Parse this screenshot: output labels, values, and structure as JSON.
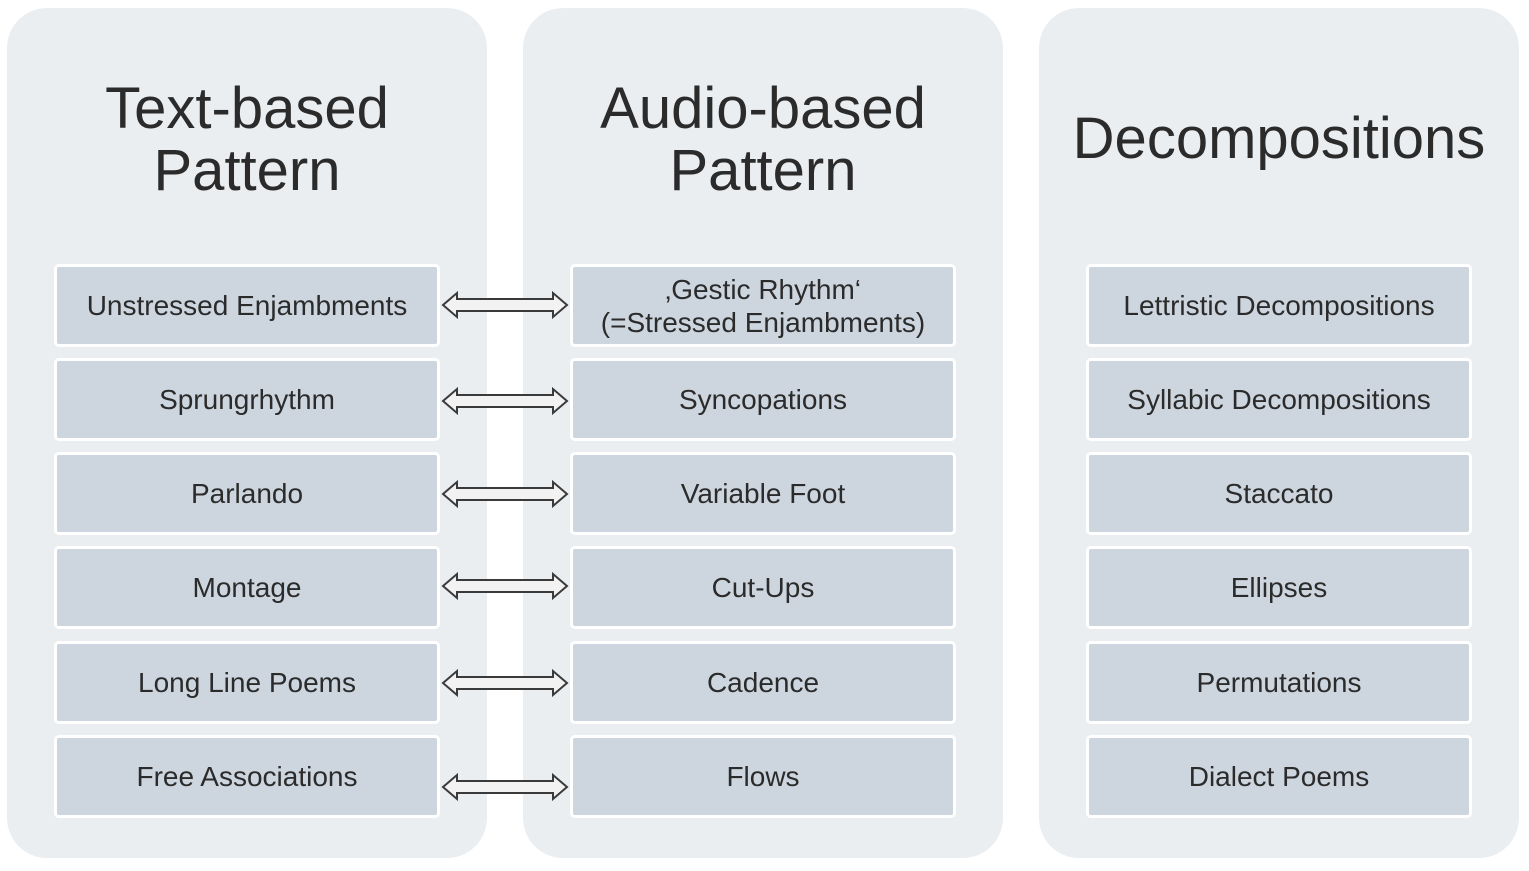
{
  "columns": [
    {
      "id": "text",
      "title_lines": [
        "Text-based",
        "Pattern"
      ],
      "items": [
        [
          "Unstressed Enjambments"
        ],
        [
          "Sprungrhythm"
        ],
        [
          "Parlando"
        ],
        [
          "Montage"
        ],
        [
          "Long Line Poems"
        ],
        [
          "Free Associations"
        ]
      ]
    },
    {
      "id": "audio",
      "title_lines": [
        "Audio-based",
        "Pattern"
      ],
      "items": [
        [
          "‚Gestic Rhythm‘",
          "(=Stressed Enjambments)"
        ],
        [
          "Syncopations"
        ],
        [
          "Variable Foot"
        ],
        [
          "Cut-Ups"
        ],
        [
          "Cadence"
        ],
        [
          "Flows"
        ]
      ]
    },
    {
      "id": "decomp",
      "title_lines": [
        "Decompositions"
      ],
      "items": [
        [
          "Lettristic Decompositions"
        ],
        [
          "Syllabic Decompositions"
        ],
        [
          "Staccato"
        ],
        [
          "Ellipses"
        ],
        [
          "Permutations"
        ],
        [
          "Dialect Poems"
        ]
      ]
    }
  ],
  "connectors": [
    {
      "from": "Unstressed Enjambments",
      "to": "‚Gestic Rhythm‘ (=Stressed Enjambments)",
      "type": "double-arrow"
    },
    {
      "from": "Sprungrhythm",
      "to": "Syncopations",
      "type": "double-arrow"
    },
    {
      "from": "Parlando",
      "to": "Variable Foot",
      "type": "double-arrow"
    },
    {
      "from": "Montage",
      "to": "Cut-Ups",
      "type": "double-arrow"
    },
    {
      "from": "Long Line Poems",
      "to": "Cadence",
      "type": "double-arrow"
    },
    {
      "from": "Free Associations",
      "to": "Flows",
      "type": "double-arrow"
    }
  ],
  "colors": {
    "column_background": "#ebeef1",
    "cell_background": "#cdd6df",
    "cell_border": "#ffffff",
    "text": "#2b2b2b",
    "arrow_fill": "#f2f2f2",
    "arrow_stroke": "#3a3a3a"
  }
}
